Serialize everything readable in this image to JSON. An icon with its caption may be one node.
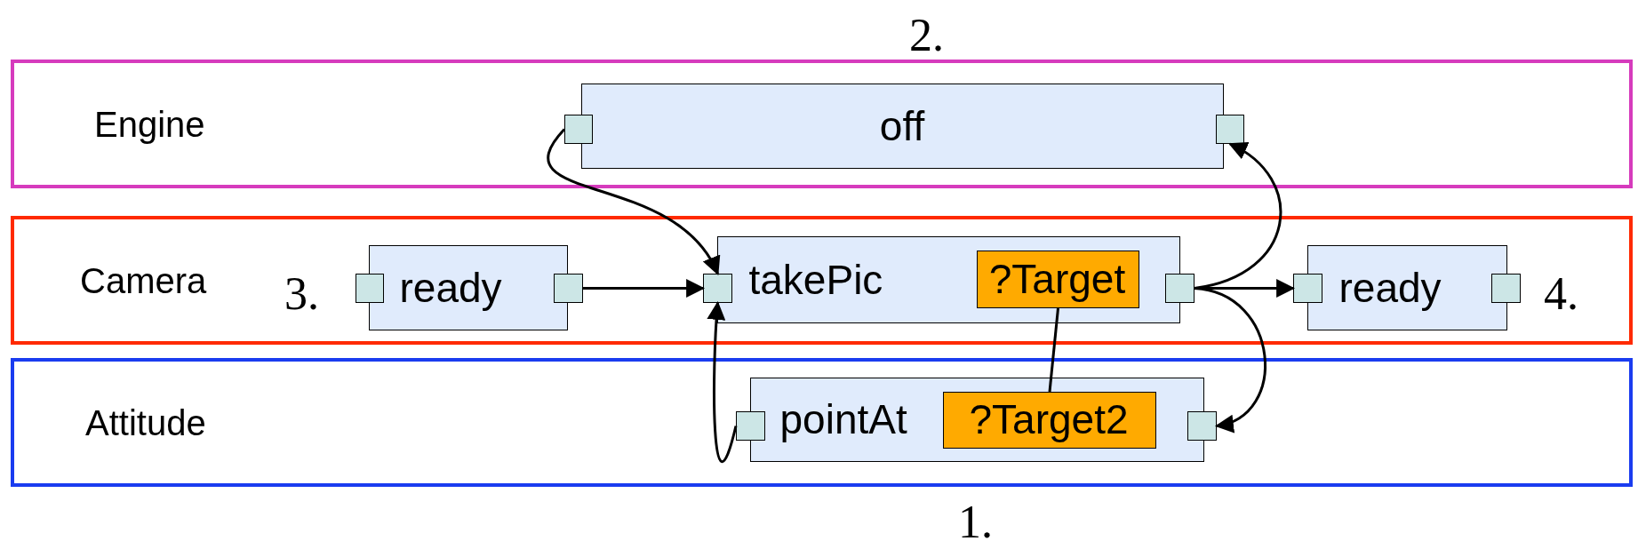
{
  "diagram": {
    "nodes": [
      {
        "text": [
          "Engine"
        ]
      },
      {
        "text": [
          "off"
        ],
        "in": 0
      },
      {
        "text": [],
        "shape": "box",
        "in": 0
      },
      {
        "text": [],
        "shape": "box",
        "in": 0
      },
      {
        "text": [
          "Camera"
        ]
      },
      {
        "text": [
          "ready"
        ],
        "in": 4
      },
      {
        "text": [],
        "shape": "box",
        "in": 4
      },
      {
        "text": [],
        "shape": "box",
        "in": 4
      },
      {
        "text": [
          "takePic"
        ],
        "in": 4
      },
      {
        "text": [],
        "shape": "box",
        "in": 4
      },
      {
        "text": [
          "?Target"
        ],
        "in": 8
      },
      {
        "text": [],
        "shape": "box",
        "in": 4
      },
      {
        "text": [
          "ready"
        ],
        "in": 4
      },
      {
        "text": [],
        "shape": "box",
        "in": 4
      },
      {
        "text": [],
        "shape": "box",
        "in": 4
      },
      {
        "text": [
          "Attitude"
        ]
      },
      {
        "text": [
          "pointAt"
        ],
        "in": 15
      },
      {
        "text": [],
        "shape": "box",
        "in": 15
      },
      {
        "text": [
          "?Target2"
        ],
        "in": 16
      },
      {
        "text": [],
        "shape": "box",
        "in": 15
      }
    ],
    "edges": [
      {
        "from": 2,
        "to": 9,
        "arrow": "to"
      },
      {
        "from": 7,
        "to": 9,
        "arrow": "to"
      },
      {
        "from": 17,
        "to": 9,
        "arrow": "to"
      },
      {
        "from": 11,
        "to": 3,
        "arrow": "to"
      },
      {
        "from": 11,
        "to": 13,
        "arrow": "to"
      },
      {
        "from": 11,
        "to": 19,
        "arrow": "to"
      },
      {
        "from": 10,
        "to": 18,
        "arrow": "none"
      }
    ],
    "labels": [
      "2.",
      "3.",
      "4.",
      "1."
    ]
  }
}
